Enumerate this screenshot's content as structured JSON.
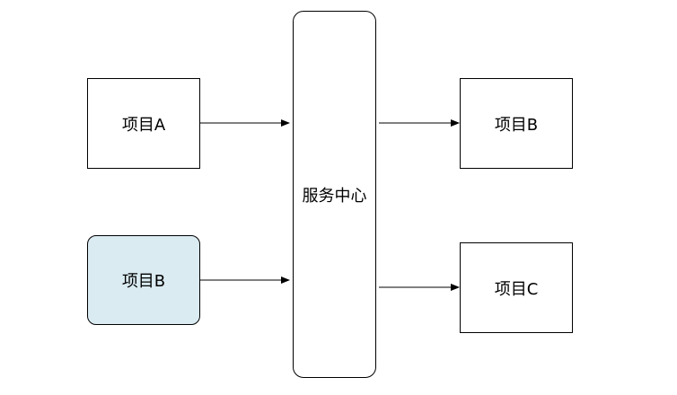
{
  "diagram": {
    "nodes": {
      "project_a": {
        "label": "项目A",
        "fill": "#ffffff"
      },
      "project_b_source": {
        "label": "项目B",
        "fill": "#daebf2"
      },
      "service_center": {
        "label": "服务中心",
        "fill": "#ffffff"
      },
      "project_b_target": {
        "label": "项目B",
        "fill": "#ffffff"
      },
      "project_c": {
        "label": "项目C",
        "fill": "#ffffff"
      }
    },
    "edges": [
      {
        "from": "project_a",
        "to": "service_center"
      },
      {
        "from": "project_b_source",
        "to": "service_center"
      },
      {
        "from": "service_center",
        "to": "project_b_target"
      },
      {
        "from": "service_center",
        "to": "project_c"
      }
    ],
    "colors": {
      "stroke": "#000000"
    }
  }
}
